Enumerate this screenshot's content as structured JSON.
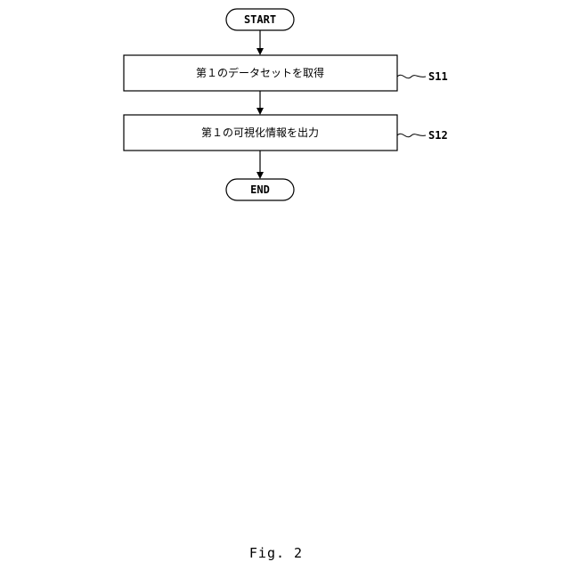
{
  "flowchart": {
    "start_label": "START",
    "end_label": "END",
    "steps": [
      {
        "text": "第１のデータセットを取得",
        "label": "S11"
      },
      {
        "text": "第１の可視化情報を出力",
        "label": "S12"
      }
    ]
  },
  "caption": "Fig. 2"
}
